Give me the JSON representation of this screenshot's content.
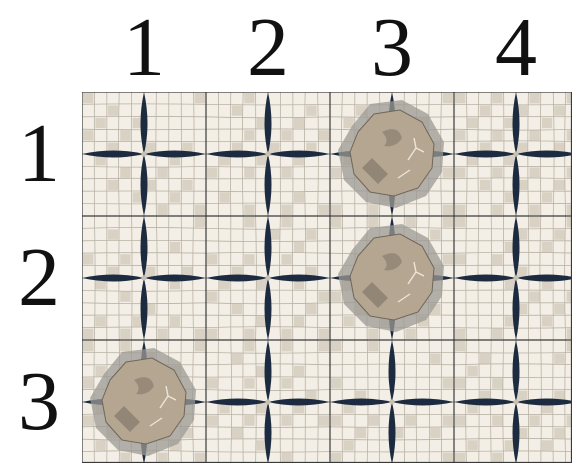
{
  "columns": [
    "1",
    "2",
    "3",
    "4"
  ],
  "rows": [
    "1",
    "2",
    "3"
  ],
  "cells": [
    {
      "row": 1,
      "col": 1,
      "rock": false
    },
    {
      "row": 1,
      "col": 2,
      "rock": false
    },
    {
      "row": 1,
      "col": 3,
      "rock": true
    },
    {
      "row": 1,
      "col": 4,
      "rock": false
    },
    {
      "row": 2,
      "col": 1,
      "rock": false
    },
    {
      "row": 2,
      "col": 2,
      "rock": false
    },
    {
      "row": 2,
      "col": 3,
      "rock": true
    },
    {
      "row": 2,
      "col": 4,
      "rock": false
    },
    {
      "row": 3,
      "col": 1,
      "rock": true
    },
    {
      "row": 3,
      "col": 2,
      "rock": false
    },
    {
      "row": 3,
      "col": 3,
      "rock": false
    },
    {
      "row": 3,
      "col": 4,
      "rock": false
    }
  ],
  "colors": {
    "tile_bg": "#f3efe6",
    "tile_mesh": "#b9b2a6",
    "tile_patch": "#d9d2c4",
    "star": "#1d2b40",
    "grid_line": "#3a3a3a",
    "rock_halo": "#9c9a94",
    "rock_body": "#b4a691",
    "rock_dark": "#8a7f6f",
    "rock_crack": "#ece6da"
  }
}
